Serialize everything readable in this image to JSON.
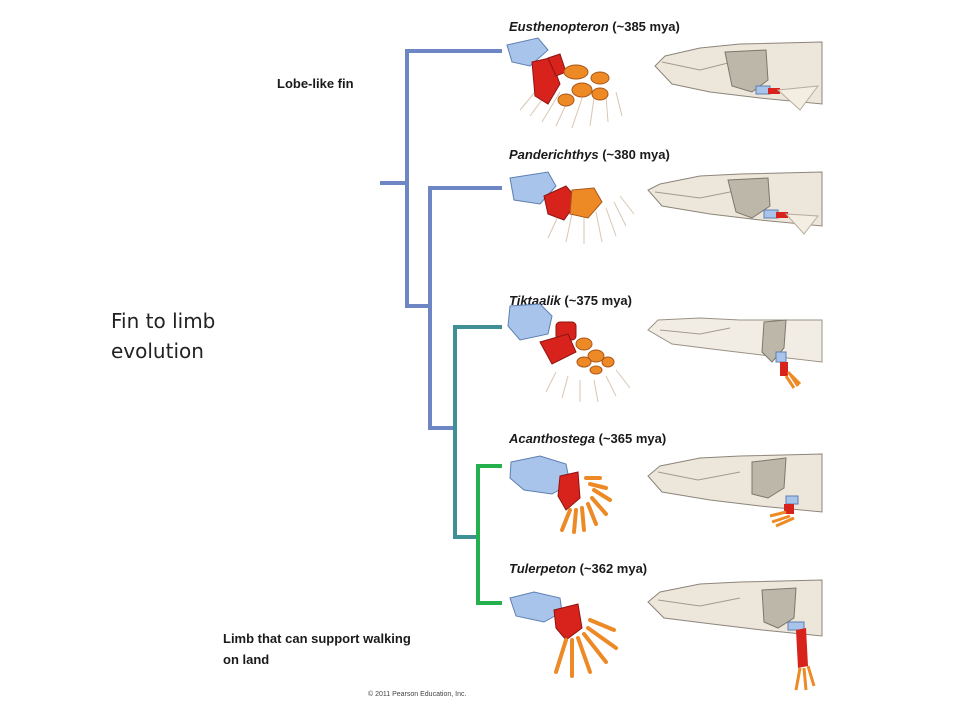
{
  "title": "Fin to limb\nevolution",
  "labels": {
    "lobe_fin": "Lobe-like fin",
    "limb_walk": "Limb that can support walking on land"
  },
  "taxa": [
    {
      "name": "Eusthenopteron",
      "age": "(~385 mya)"
    },
    {
      "name": "Panderichthys",
      "age": "(~380 mya)"
    },
    {
      "name": "Tiktaalik",
      "age": "(~375 mya)"
    },
    {
      "name": "Acanthostega",
      "age": "(~365 mya)"
    },
    {
      "name": "Tulerpeton",
      "age": "(~362 mya)"
    }
  ],
  "copyright": "© 2011 Pearson Education, Inc.",
  "colors": {
    "tree_blue": "#6f86c4",
    "tree_teal": "#3f8f94",
    "tree_green": "#24b04c",
    "bone_blue": "#a9c4ea",
    "bone_red": "#d8231c",
    "bone_orange": "#ee8a26",
    "skull_beige": "#ede6da",
    "girdle_gray": "#bdb7aa"
  }
}
